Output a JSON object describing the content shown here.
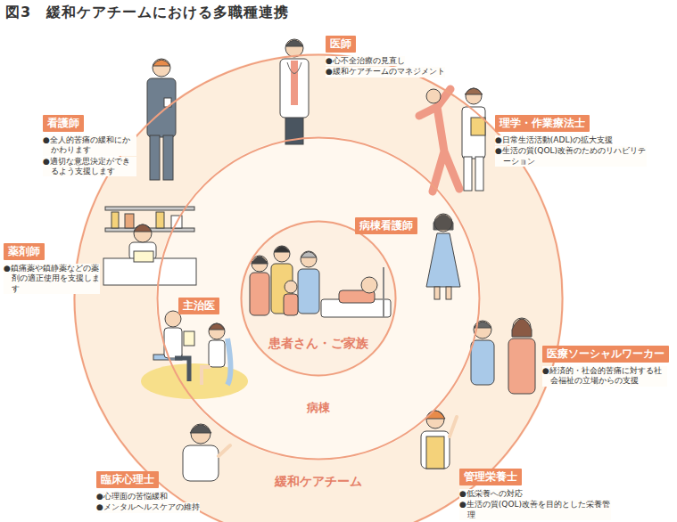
{
  "diagram": {
    "title": "図3　緩和ケアチームにおける多職種連携",
    "nodes": [
      {
        "text": [
          "緩和ケアチーム"
        ]
      },
      {
        "text": [
          "病棟"
        ],
        "in": 0
      },
      {
        "text": [
          "患者さん・ご家族"
        ],
        "in": 1
      },
      {
        "text": [
          "医師",
          "●心不全治療の見直し",
          "●緩和ケアチームのマネジメント"
        ]
      },
      {
        "text": [
          "理学・作業療法士",
          "●日常生活活動(ADL)の拡大支援",
          "●生活の質(QOL)改善のためのリハビリテーション"
        ]
      },
      {
        "text": [
          "病棟看護師"
        ]
      },
      {
        "text": [
          "医療ソーシャルワーカー",
          "●経済的・社会的苦痛に対する社会福祉の立場からの支援"
        ]
      },
      {
        "text": [
          "管理栄養士",
          "●低栄養への対応",
          "●生活の質(QOL)改善を目的とした栄養管理"
        ]
      },
      {
        "text": [
          "臨床心理士",
          "●心理面の苦悩緩和",
          "●メンタルヘルスケアの維持"
        ]
      },
      {
        "text": [
          "主治医"
        ]
      },
      {
        "text": [
          "薬剤師",
          "●鎮痛薬や鎮静薬などの薬剤の適正使用を支援します"
        ]
      },
      {
        "text": [
          "看護師",
          "●全人的苦痛の緩和にかかわります",
          "●適切な意思決定ができるよう支援します"
        ]
      }
    ]
  }
}
